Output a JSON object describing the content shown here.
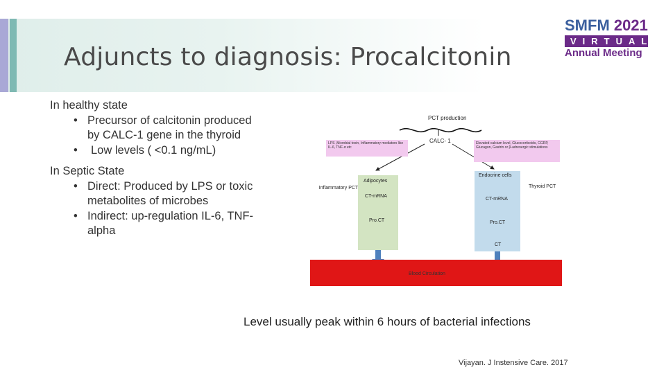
{
  "slide": {
    "title": "Adjuncts to diagnosis: Procalcitonin",
    "logo": {
      "line1": "SMFM",
      "year": "2021",
      "line2": "VIRTUAL",
      "line3": "Annual Meeting"
    },
    "bullets": {
      "healthy_heading": "In healthy state",
      "healthy_items": [
        "Precursor of calcitonin produced by CALC-1 gene in the thyroid",
        "Low levels ( <0.1 ng/mL)"
      ],
      "septic_heading": "In Septic State",
      "septic_items": [
        "Direct: Produced by LPS or toxic metabolites of microbes",
        "Indirect: up-regulation IL-6, TNF-alpha"
      ],
      "bullet_glyph": "•"
    },
    "diagram": {
      "pct_production": "PCT production",
      "calc1": "CALC- 1",
      "left_stimuli": "LPS ,Microbial toxin, Inflammatory mediators like IL-6, TNF-α etc",
      "right_stimuli": "Elevated calcium level, Glucocorticoids, CGRP, Glucagon, Gastrin or β-adrenergic stimulations",
      "inflammatory_pct": "Inflammatory PCT",
      "adipocytes": "Adipocytes",
      "left_mrna": "CT-mRNA",
      "left_proct": "Pro.CT",
      "endocrine_cells": "Endocrine cells",
      "thyroid_pct": "Thyroid PCT",
      "right_mrna": "CT-mRNA",
      "right_proct": "Pro.CT",
      "right_ct": "CT",
      "blood_circulation": "Blood Circulation",
      "colors": {
        "adipocyte_box": "#d3e4c2",
        "endocrine_box": "#c2dbec",
        "stimuli_box": "#f2c9ee",
        "blood": "#e01616",
        "arrow": "#4f81bd"
      }
    },
    "summary": "Level usually peak within 6 hours of bacterial infections",
    "citation": "Vijayan. J Instensive Care. 2017"
  }
}
